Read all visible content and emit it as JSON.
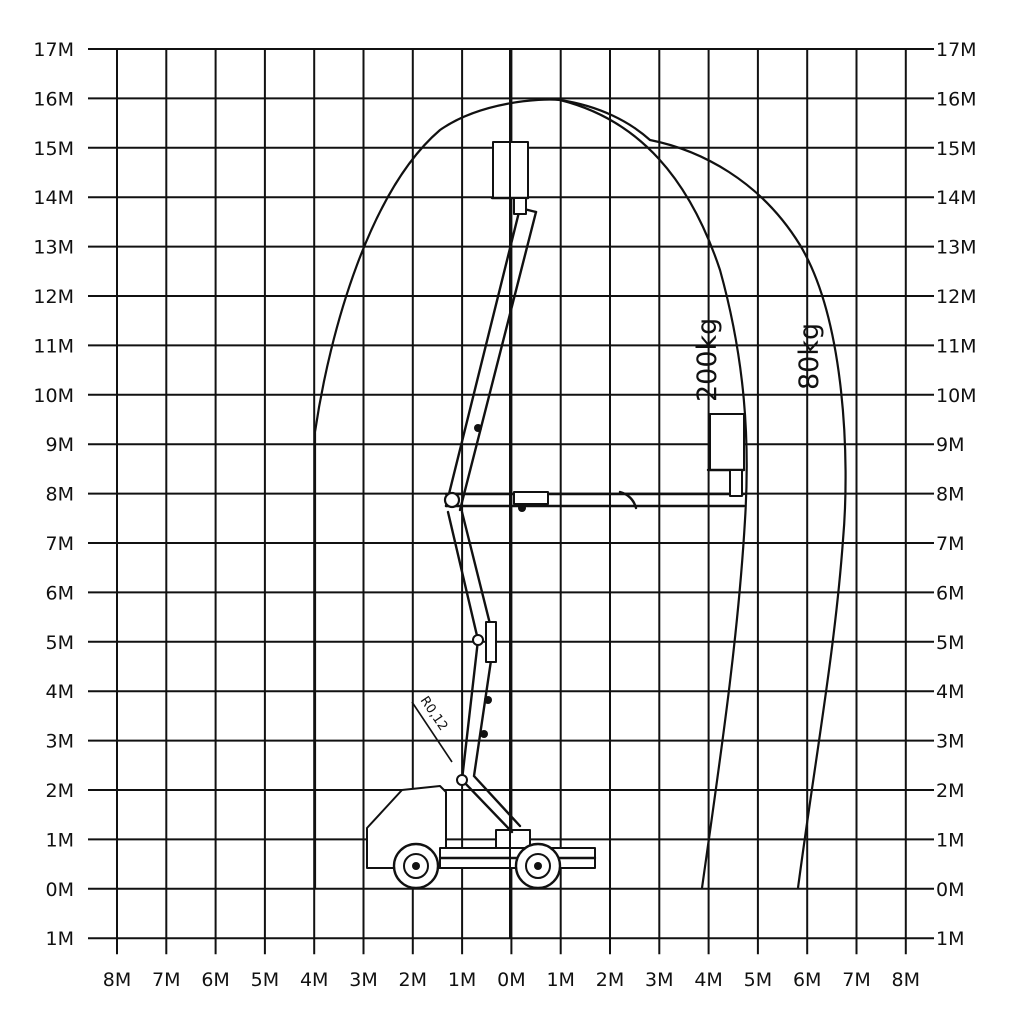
{
  "title": "",
  "y_ticks": [
    "17M",
    "16M",
    "15M",
    "14M",
    "13M",
    "12M",
    "11M",
    "10M",
    "9M",
    "8M",
    "7M",
    "6M",
    "5M",
    "4M",
    "3M",
    "2M",
    "1M",
    "0M",
    "1M"
  ],
  "x_ticks": [
    "8M",
    "7M",
    "6M",
    "5M",
    "4M",
    "3M",
    "2M",
    "1M",
    "0M",
    "1M",
    "2M",
    "3M",
    "4M",
    "5M",
    "6M",
    "7M",
    "8M"
  ],
  "annotations": {
    "load_200": "200kg",
    "load_80": "80kg",
    "radius": "R0,12"
  },
  "working_range": {
    "x_range_m": [
      -8,
      8
    ],
    "y_range_m": [
      -1,
      17
    ],
    "max_height_m": 16,
    "max_outreach_200kg_m": 4.8,
    "max_outreach_80kg_m": 6.8
  },
  "colors": {
    "line": "#111111",
    "background": "#ffffff"
  }
}
